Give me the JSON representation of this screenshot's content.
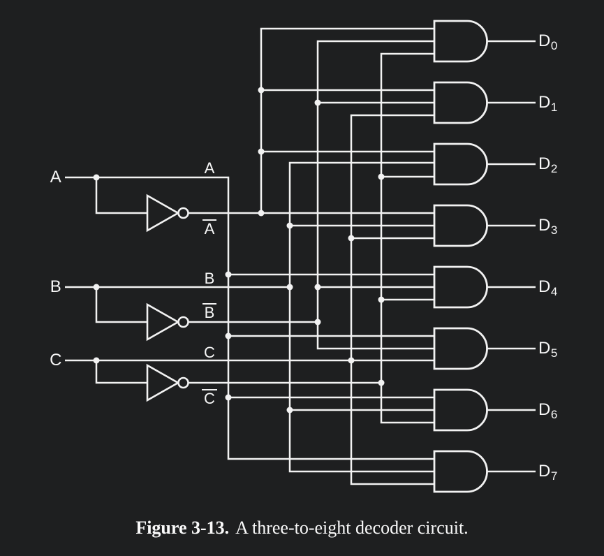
{
  "diagram": {
    "type": "logic-circuit",
    "colors": {
      "background": "#1e1f20",
      "line": "#f2f2f2",
      "text": "#f7f7f7"
    },
    "inputs": [
      "A",
      "B",
      "C"
    ],
    "rails": [
      {
        "label": "A",
        "complement": false
      },
      {
        "label": "A",
        "complement": true
      },
      {
        "label": "B",
        "complement": false
      },
      {
        "label": "B",
        "complement": true
      },
      {
        "label": "C",
        "complement": false
      },
      {
        "label": "C",
        "complement": true
      }
    ],
    "inverters": [
      {
        "input": "A",
        "output": "Ā"
      },
      {
        "input": "B",
        "output": "B̄"
      },
      {
        "input": "C",
        "output": "C̄"
      }
    ],
    "and_gates": [
      {
        "output": "D0",
        "inputs": [
          "Ā",
          "B̄",
          "C̄"
        ]
      },
      {
        "output": "D1",
        "inputs": [
          "Ā",
          "B̄",
          "C"
        ]
      },
      {
        "output": "D2",
        "inputs": [
          "Ā",
          "B",
          "C̄"
        ]
      },
      {
        "output": "D3",
        "inputs": [
          "Ā",
          "B",
          "C"
        ]
      },
      {
        "output": "D4",
        "inputs": [
          "A",
          "B̄",
          "C̄"
        ]
      },
      {
        "output": "D5",
        "inputs": [
          "A",
          "B̄",
          "C"
        ]
      },
      {
        "output": "D6",
        "inputs": [
          "A",
          "B",
          "C̄"
        ]
      },
      {
        "output": "D7",
        "inputs": [
          "A",
          "B",
          "C"
        ]
      }
    ],
    "outputs": [
      {
        "base": "D",
        "sub": "0"
      },
      {
        "base": "D",
        "sub": "1"
      },
      {
        "base": "D",
        "sub": "2"
      },
      {
        "base": "D",
        "sub": "3"
      },
      {
        "base": "D",
        "sub": "4"
      },
      {
        "base": "D",
        "sub": "5"
      },
      {
        "base": "D",
        "sub": "6"
      },
      {
        "base": "D",
        "sub": "7"
      }
    ],
    "caption": {
      "label": "Figure 3-13.",
      "text": "A three-to-eight decoder circuit."
    }
  }
}
